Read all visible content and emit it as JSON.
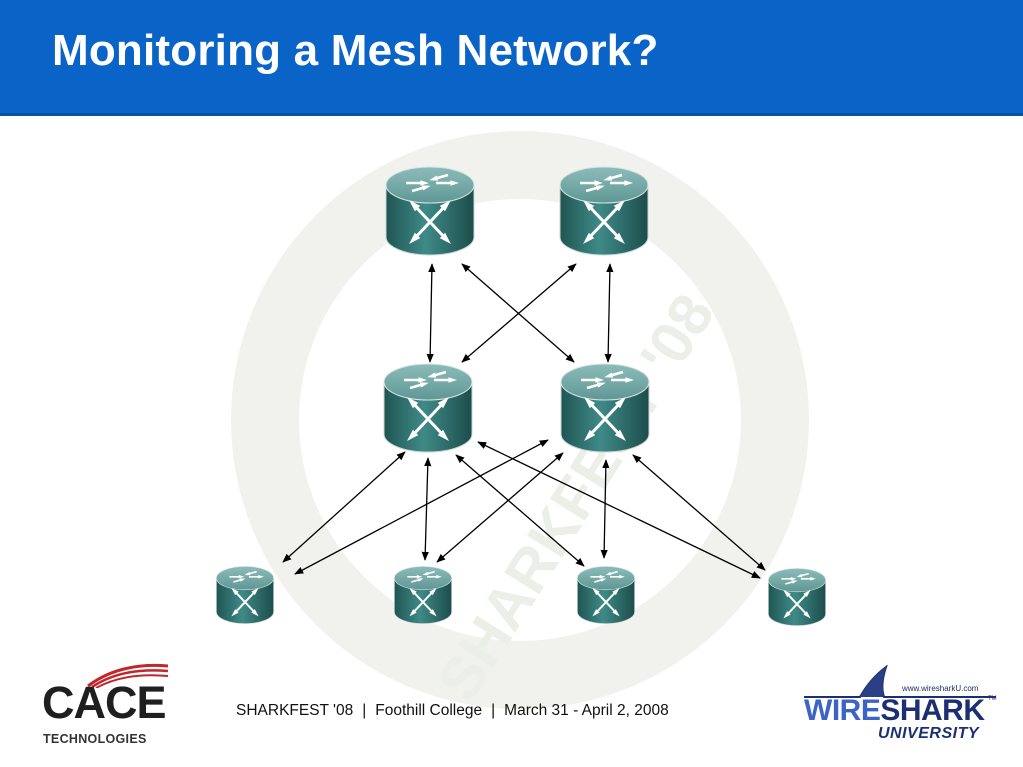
{
  "slide": {
    "title": "Monitoring a Mesh Network?"
  },
  "footer": {
    "event": "SHARKFEST '08",
    "venue": "Foothill College",
    "dates": "March 31 - April 2, 2008",
    "separator": "|"
  },
  "logos": {
    "cace": {
      "word": "CACE",
      "sub": "TECHNOLOGIES"
    },
    "wireshark": {
      "url": "www.wiresharkU.com",
      "part1": "WIRE",
      "part2": "SHARK",
      "tm": "TM",
      "sub": "UNIVERSITY"
    }
  },
  "watermark": {
    "text": "SHARKFEST '08"
  },
  "diagram": {
    "icon": "router-icon",
    "colors": {
      "router_top": "#6ea4a2",
      "router_side": "#2f6f6d",
      "arrow": "#000000"
    },
    "routers": [
      {
        "id": "core-1",
        "tier": "core"
      },
      {
        "id": "core-2",
        "tier": "core"
      },
      {
        "id": "distribution-1",
        "tier": "distribution"
      },
      {
        "id": "distribution-2",
        "tier": "distribution"
      },
      {
        "id": "access-1",
        "tier": "access"
      },
      {
        "id": "access-2",
        "tier": "access"
      },
      {
        "id": "access-3",
        "tier": "access"
      },
      {
        "id": "access-4",
        "tier": "access"
      }
    ],
    "links": [
      [
        "core-1",
        "distribution-1"
      ],
      [
        "core-1",
        "distribution-2"
      ],
      [
        "core-2",
        "distribution-1"
      ],
      [
        "core-2",
        "distribution-2"
      ],
      [
        "distribution-1",
        "access-1"
      ],
      [
        "distribution-1",
        "access-2"
      ],
      [
        "distribution-1",
        "access-3"
      ],
      [
        "distribution-1",
        "access-4"
      ],
      [
        "distribution-2",
        "access-1"
      ],
      [
        "distribution-2",
        "access-2"
      ],
      [
        "distribution-2",
        "access-3"
      ],
      [
        "distribution-2",
        "access-4"
      ]
    ]
  }
}
